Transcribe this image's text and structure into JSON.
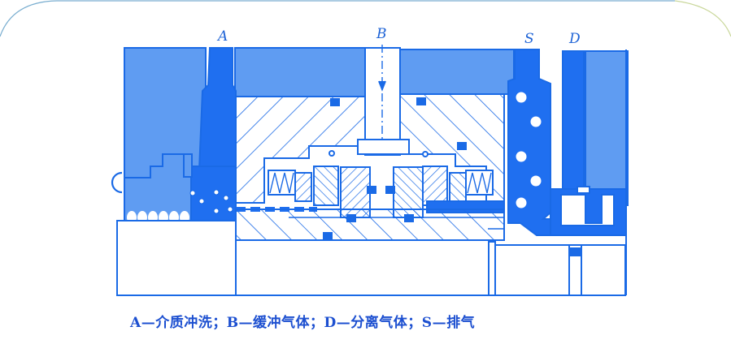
{
  "diagram": {
    "type": "mechanical-seal-cross-section",
    "labels": {
      "A": "A",
      "B": "B",
      "S": "S",
      "D": "D"
    },
    "caption": "A—介质冲洗；B—缓冲气体；D—分离气体；S—排气",
    "legend": [
      {
        "key": "A",
        "text": "介质冲洗"
      },
      {
        "key": "B",
        "text": "缓冲气体"
      },
      {
        "key": "D",
        "text": "分离气体"
      },
      {
        "key": "S",
        "text": "排气"
      }
    ],
    "colors": {
      "line": "#1a6ae6",
      "solid": "#1f6ff0",
      "light_fill": "#5f9cf2",
      "frame_left": "#7aaed0",
      "frame_right": "#c9d79a"
    }
  }
}
